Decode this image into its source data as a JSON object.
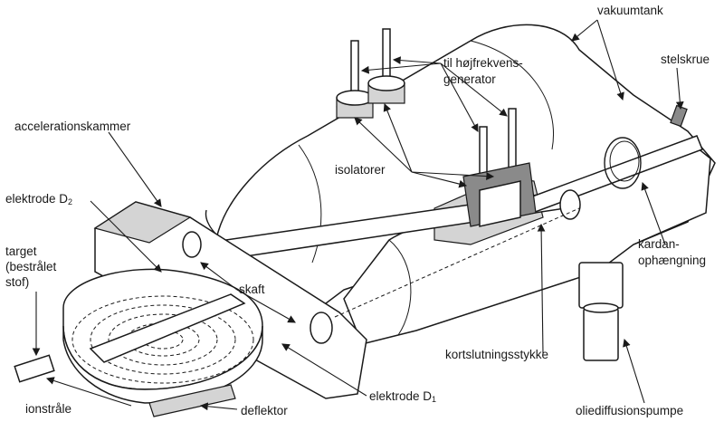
{
  "labels": {
    "vakuumtank": "vakuumtank",
    "stelskrue": "stelskrue",
    "hf_line1": "til højfrekvens-",
    "hf_line2": "generator",
    "accelerationskammer": "accelerationskammer",
    "isolatorer": "isolatorer",
    "elektrode_d2": "elektrode D",
    "elektrode_d2_sub": "2",
    "target_line1": "target",
    "target_line2": "(bestrålet",
    "target_line3": "stof)",
    "skaft": "skaft",
    "kardan_line1": "kardan-",
    "kardan_line2": "ophængning",
    "kortslutningsstykke": "kortslutningsstykke",
    "ionstraale": "ionstråle",
    "deflektor": "deflektor",
    "elektrode_d1": "elektrode D",
    "elektrode_d1_sub": "1",
    "oliediffusionspumpe": "oliediffusionspumpe"
  }
}
